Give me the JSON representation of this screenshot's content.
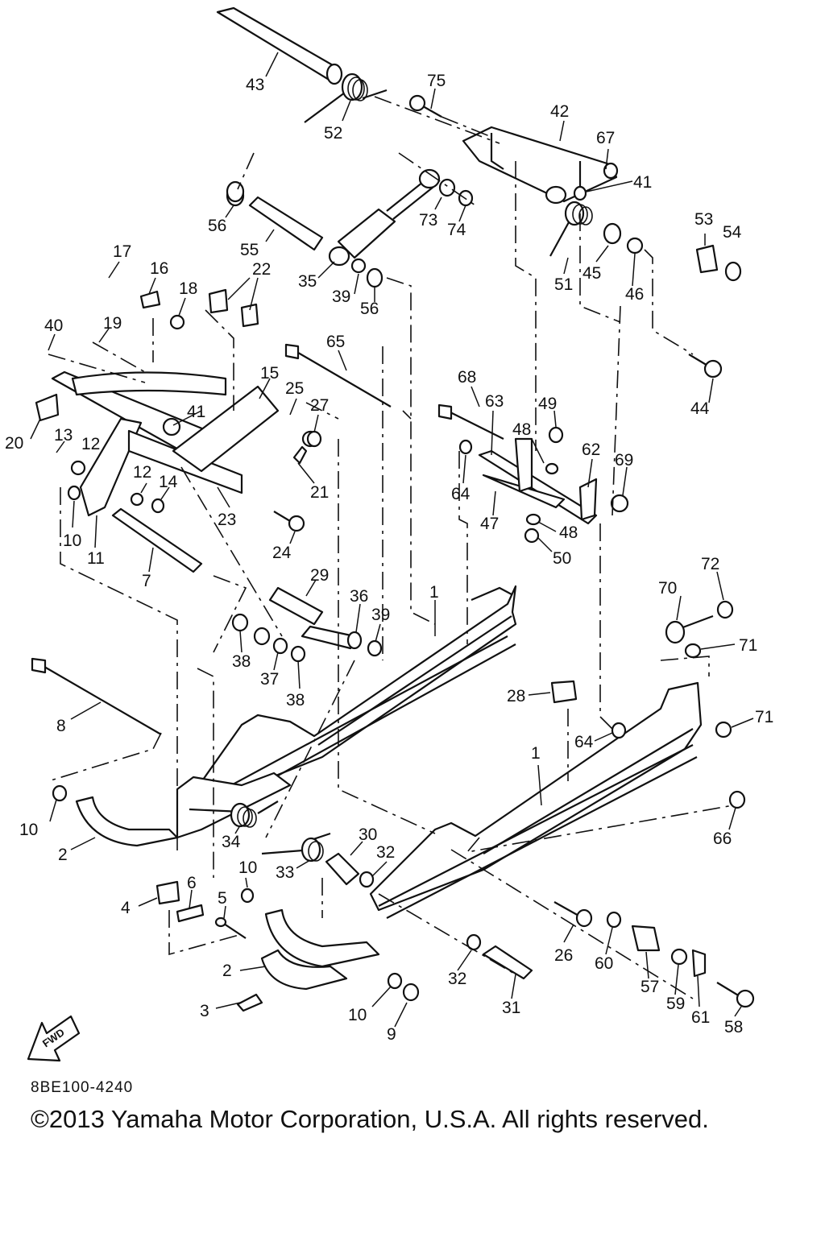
{
  "diagram": {
    "callouts": [
      "43",
      "75",
      "52",
      "42",
      "67",
      "41",
      "56",
      "55",
      "73",
      "74",
      "53",
      "54",
      "17",
      "16",
      "22",
      "35",
      "39",
      "51",
      "45",
      "46",
      "18",
      "40",
      "19",
      "56b",
      "65",
      "44",
      "15",
      "25",
      "27",
      "68",
      "63",
      "49",
      "20",
      "13",
      "12",
      "41b",
      "48",
      "62",
      "69",
      "12b",
      "14",
      "21",
      "64",
      "10",
      "11",
      "23",
      "24",
      "47",
      "48b",
      "50",
      "7",
      "29",
      "36",
      "39b",
      "1",
      "70",
      "72",
      "71",
      "38",
      "37",
      "38b",
      "28",
      "8",
      "64b",
      "71b",
      "1b",
      "10b",
      "34",
      "30",
      "32",
      "66",
      "2",
      "33",
      "10c",
      "4",
      "6",
      "5",
      "26",
      "60",
      "57",
      "2b",
      "32b",
      "31",
      "59",
      "61",
      "58",
      "3",
      "10d",
      "9"
    ],
    "labels": {
      "43": "43",
      "75": "75",
      "52": "52",
      "42": "42",
      "67": "67",
      "41": "41",
      "56": "56",
      "55": "55",
      "73": "73",
      "74": "74",
      "53": "53",
      "54": "54",
      "17": "17",
      "16": "16",
      "22": "22",
      "35": "35",
      "39": "39",
      "51": "51",
      "45": "45",
      "46": "46",
      "18": "18",
      "40": "40",
      "19": "19",
      "56b": "56",
      "65": "65",
      "44": "44",
      "15": "15",
      "25": "25",
      "27": "27",
      "68": "68",
      "63": "63",
      "49": "49",
      "20": "20",
      "13": "13",
      "12": "12",
      "41b": "41",
      "48": "48",
      "62": "62",
      "69": "69",
      "12b": "12",
      "14": "14",
      "21": "21",
      "64": "64",
      "10": "10",
      "11": "11",
      "23": "23",
      "24": "24",
      "47": "47",
      "48b": "48",
      "50": "50",
      "7": "7",
      "29": "29",
      "36": "36",
      "39b": "39",
      "1": "1",
      "70": "70",
      "72": "72",
      "71": "71",
      "38": "38",
      "37": "37",
      "38b": "38",
      "28": "28",
      "8": "8",
      "64b": "64",
      "71b": "71",
      "1b": "1",
      "10b": "10",
      "34": "34",
      "30": "30",
      "32": "32",
      "66": "66",
      "2": "2",
      "33": "33",
      "10c": "10",
      "4": "4",
      "6": "6",
      "5": "5",
      "26": "26",
      "60": "60",
      "57": "57",
      "2b": "2",
      "32b": "32",
      "31": "31",
      "59": "59",
      "61": "61",
      "58": "58",
      "3": "3",
      "10d": "10",
      "9": "9"
    },
    "fwd_label": "FWD"
  },
  "footer": {
    "doc_code": "8BE100-4240",
    "copyright": "©2013 Yamaha Motor Corporation, U.S.A. All rights reserved."
  }
}
